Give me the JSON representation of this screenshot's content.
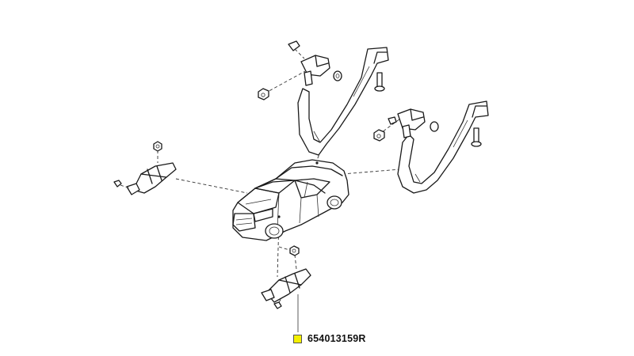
{
  "callout": {
    "part_number": "654013159R",
    "box_color": "#f4f000"
  },
  "colors": {
    "line": "#1a1a1a",
    "background": "#ffffff"
  },
  "parts": [
    {
      "name": "car-body",
      "icon": "sedan-car-icon"
    },
    {
      "name": "front-left-hinge",
      "icon": "hinge-bracket-icon"
    },
    {
      "name": "front-right-hinge",
      "icon": "hinge-bracket-icon"
    },
    {
      "name": "hood-hinge-arm-upper",
      "icon": "curved-arm-icon"
    },
    {
      "name": "hood-hinge-arm-right",
      "icon": "curved-arm-icon"
    }
  ]
}
